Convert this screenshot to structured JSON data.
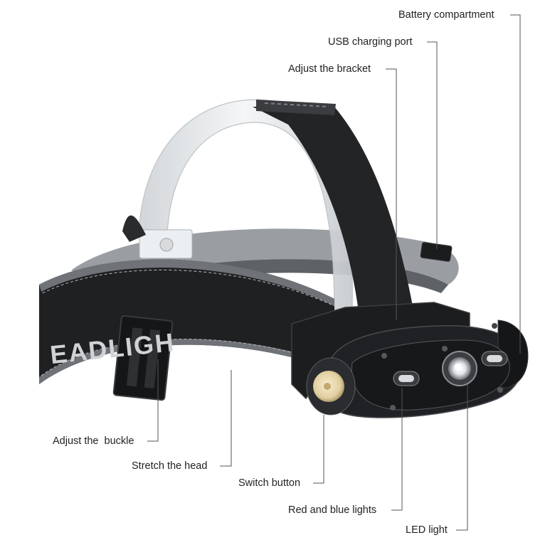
{
  "callouts": {
    "battery_compartment": "Battery compartment",
    "usb_charging_port": "USB charging port",
    "adjust_bracket": "Adjust the bracket",
    "adjust_buckle": "Adjust the  buckle",
    "stretch_head": "Stretch the head",
    "switch_button": "Switch button",
    "red_blue_lights": "Red and blue lights",
    "led_light": "LED light"
  },
  "strap_print": "EADLIGH"
}
